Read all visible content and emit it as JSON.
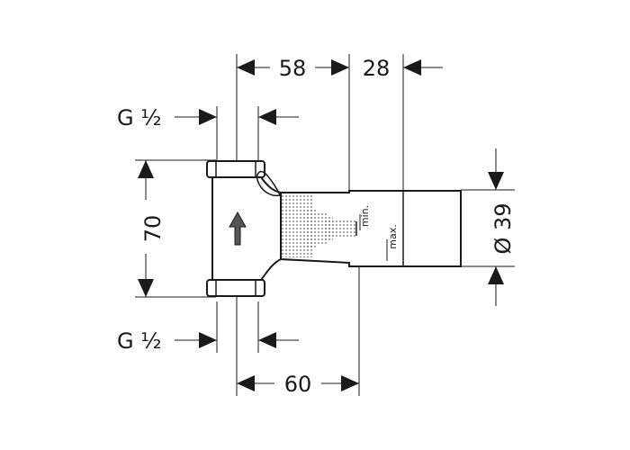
{
  "dimensions": {
    "top_width_a": "58",
    "top_width_b": "28",
    "height": "70",
    "bottom_width": "60",
    "diameter": "Ø 39"
  },
  "threads": {
    "top": "G ½",
    "bottom": "G ½"
  },
  "labels": {
    "min": "min.",
    "max": "max."
  },
  "colors": {
    "line": "#1a1a1a"
  }
}
